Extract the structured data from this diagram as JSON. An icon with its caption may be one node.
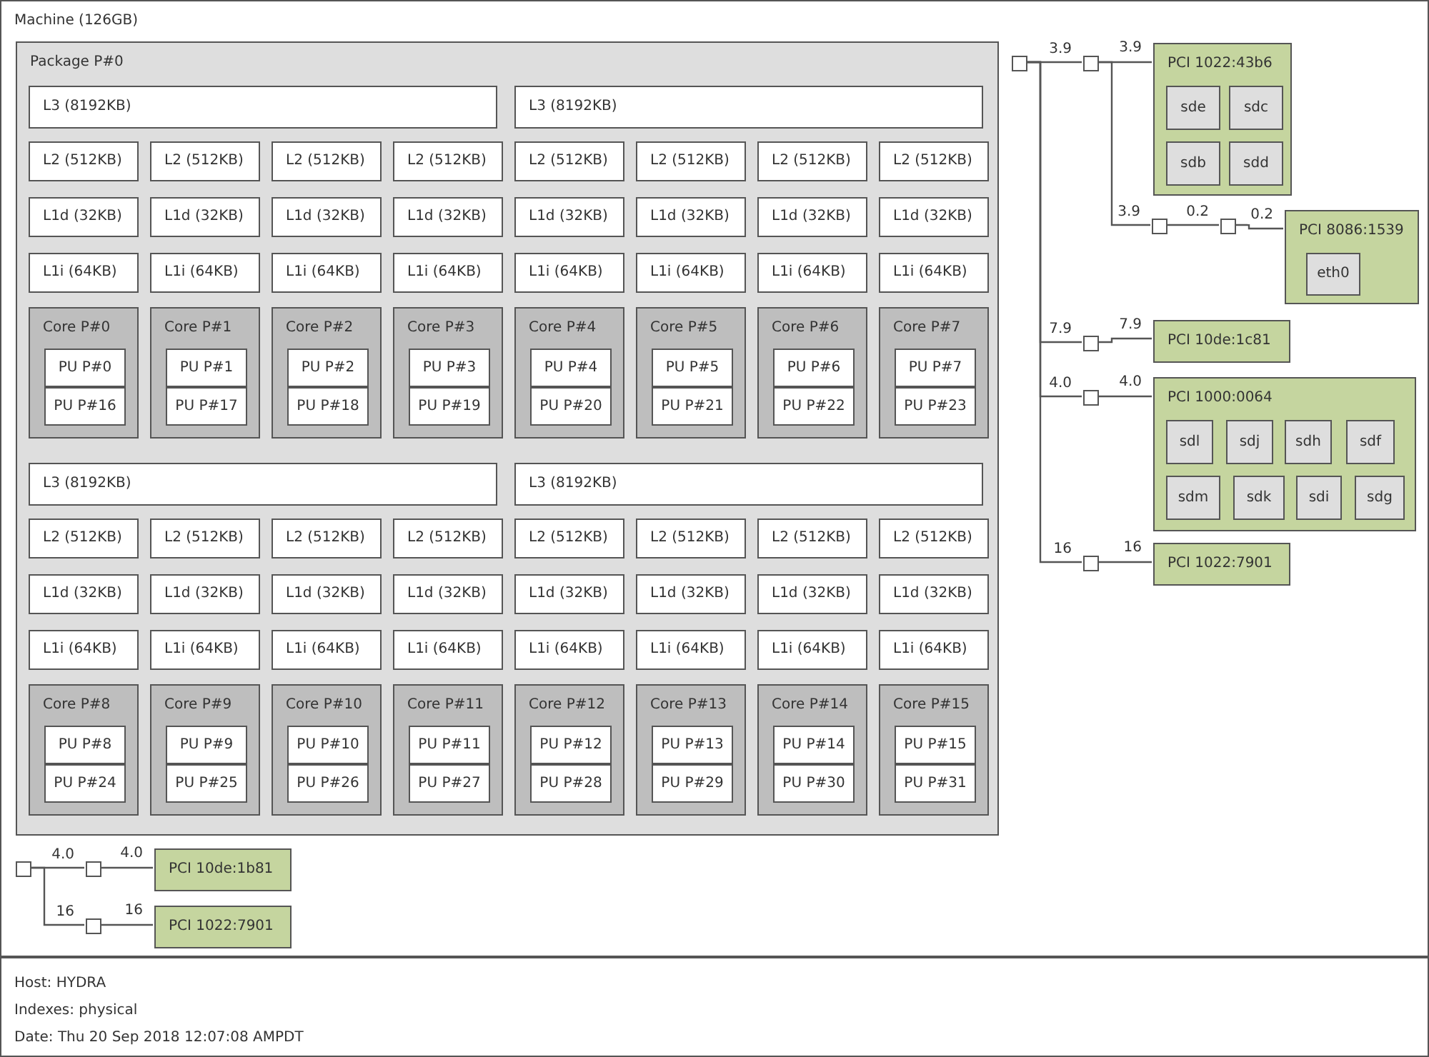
{
  "diagram": {
    "nodes": [
      {
        "text": [
          "Machine (126GB)"
        ]
      },
      {
        "text": [
          "Package P#0"
        ],
        "in": 0
      },
      {
        "text": [
          "L3 (8192KB)"
        ],
        "in": 1
      },
      {
        "text": [
          "L3 (8192KB)"
        ],
        "in": 1
      },
      {
        "text": [
          "L2 (512KB)"
        ],
        "in": 1
      },
      {
        "text": [
          "L2 (512KB)"
        ],
        "in": 1
      },
      {
        "text": [
          "L2 (512KB)"
        ],
        "in": 1
      },
      {
        "text": [
          "L2 (512KB)"
        ],
        "in": 1
      },
      {
        "text": [
          "L2 (512KB)"
        ],
        "in": 1
      },
      {
        "text": [
          "L2 (512KB)"
        ],
        "in": 1
      },
      {
        "text": [
          "L2 (512KB)"
        ],
        "in": 1
      },
      {
        "text": [
          "L2 (512KB)"
        ],
        "in": 1
      },
      {
        "text": [
          "L1d (32KB)"
        ],
        "in": 1
      },
      {
        "text": [
          "L1d (32KB)"
        ],
        "in": 1
      },
      {
        "text": [
          "L1d (32KB)"
        ],
        "in": 1
      },
      {
        "text": [
          "L1d (32KB)"
        ],
        "in": 1
      },
      {
        "text": [
          "L1d (32KB)"
        ],
        "in": 1
      },
      {
        "text": [
          "L1d (32KB)"
        ],
        "in": 1
      },
      {
        "text": [
          "L1d (32KB)"
        ],
        "in": 1
      },
      {
        "text": [
          "L1d (32KB)"
        ],
        "in": 1
      },
      {
        "text": [
          "L1i (64KB)"
        ],
        "in": 1
      },
      {
        "text": [
          "L1i (64KB)"
        ],
        "in": 1
      },
      {
        "text": [
          "L1i (64KB)"
        ],
        "in": 1
      },
      {
        "text": [
          "L1i (64KB)"
        ],
        "in": 1
      },
      {
        "text": [
          "L1i (64KB)"
        ],
        "in": 1
      },
      {
        "text": [
          "L1i (64KB)"
        ],
        "in": 1
      },
      {
        "text": [
          "L1i (64KB)"
        ],
        "in": 1
      },
      {
        "text": [
          "L1i (64KB)"
        ],
        "in": 1
      },
      {
        "text": [
          "Core P#0"
        ],
        "in": 1
      },
      {
        "text": [
          "PU P#0"
        ],
        "in": 28
      },
      {
        "text": [
          "PU P#16"
        ],
        "in": 28
      },
      {
        "text": [
          "Core P#1"
        ],
        "in": 1
      },
      {
        "text": [
          "PU P#1"
        ],
        "in": 31
      },
      {
        "text": [
          "PU P#17"
        ],
        "in": 31
      },
      {
        "text": [
          "Core P#2"
        ],
        "in": 1
      },
      {
        "text": [
          "PU P#2"
        ],
        "in": 34
      },
      {
        "text": [
          "PU P#18"
        ],
        "in": 34
      },
      {
        "text": [
          "Core P#3"
        ],
        "in": 1
      },
      {
        "text": [
          "PU P#3"
        ],
        "in": 37
      },
      {
        "text": [
          "PU P#19"
        ],
        "in": 37
      },
      {
        "text": [
          "Core P#4"
        ],
        "in": 1
      },
      {
        "text": [
          "PU P#4"
        ],
        "in": 40
      },
      {
        "text": [
          "PU P#20"
        ],
        "in": 40
      },
      {
        "text": [
          "Core P#5"
        ],
        "in": 1
      },
      {
        "text": [
          "PU P#5"
        ],
        "in": 43
      },
      {
        "text": [
          "PU P#21"
        ],
        "in": 43
      },
      {
        "text": [
          "Core P#6"
        ],
        "in": 1
      },
      {
        "text": [
          "PU P#6"
        ],
        "in": 46
      },
      {
        "text": [
          "PU P#22"
        ],
        "in": 46
      },
      {
        "text": [
          "Core P#7"
        ],
        "in": 1
      },
      {
        "text": [
          "PU P#7"
        ],
        "in": 49
      },
      {
        "text": [
          "PU P#23"
        ],
        "in": 49
      },
      {
        "text": [
          "L3 (8192KB)"
        ],
        "in": 1
      },
      {
        "text": [
          "L3 (8192KB)"
        ],
        "in": 1
      },
      {
        "text": [
          "L2 (512KB)"
        ],
        "in": 1
      },
      {
        "text": [
          "L2 (512KB)"
        ],
        "in": 1
      },
      {
        "text": [
          "L2 (512KB)"
        ],
        "in": 1
      },
      {
        "text": [
          "L2 (512KB)"
        ],
        "in": 1
      },
      {
        "text": [
          "L2 (512KB)"
        ],
        "in": 1
      },
      {
        "text": [
          "L2 (512KB)"
        ],
        "in": 1
      },
      {
        "text": [
          "L2 (512KB)"
        ],
        "in": 1
      },
      {
        "text": [
          "L2 (512KB)"
        ],
        "in": 1
      },
      {
        "text": [
          "L1d (32KB)"
        ],
        "in": 1
      },
      {
        "text": [
          "L1d (32KB)"
        ],
        "in": 1
      },
      {
        "text": [
          "L1d (32KB)"
        ],
        "in": 1
      },
      {
        "text": [
          "L1d (32KB)"
        ],
        "in": 1
      },
      {
        "text": [
          "L1d (32KB)"
        ],
        "in": 1
      },
      {
        "text": [
          "L1d (32KB)"
        ],
        "in": 1
      },
      {
        "text": [
          "L1d (32KB)"
        ],
        "in": 1
      },
      {
        "text": [
          "L1d (32KB)"
        ],
        "in": 1
      },
      {
        "text": [
          "L1i (64KB)"
        ],
        "in": 1
      },
      {
        "text": [
          "L1i (64KB)"
        ],
        "in": 1
      },
      {
        "text": [
          "L1i (64KB)"
        ],
        "in": 1
      },
      {
        "text": [
          "L1i (64KB)"
        ],
        "in": 1
      },
      {
        "text": [
          "L1i (64KB)"
        ],
        "in": 1
      },
      {
        "text": [
          "L1i (64KB)"
        ],
        "in": 1
      },
      {
        "text": [
          "L1i (64KB)"
        ],
        "in": 1
      },
      {
        "text": [
          "L1i (64KB)"
        ],
        "in": 1
      },
      {
        "text": [
          "Core P#8"
        ],
        "in": 1
      },
      {
        "text": [
          "PU P#8"
        ],
        "in": 78
      },
      {
        "text": [
          "PU P#24"
        ],
        "in": 78
      },
      {
        "text": [
          "Core P#9"
        ],
        "in": 1
      },
      {
        "text": [
          "PU P#9"
        ],
        "in": 81
      },
      {
        "text": [
          "PU P#25"
        ],
        "in": 81
      },
      {
        "text": [
          "Core P#10"
        ],
        "in": 1
      },
      {
        "text": [
          "PU P#10"
        ],
        "in": 84
      },
      {
        "text": [
          "PU P#26"
        ],
        "in": 84
      },
      {
        "text": [
          "Core P#11"
        ],
        "in": 1
      },
      {
        "text": [
          "PU P#11"
        ],
        "in": 87
      },
      {
        "text": [
          "PU P#27"
        ],
        "in": 87
      },
      {
        "text": [
          "Core P#12"
        ],
        "in": 1
      },
      {
        "text": [
          "PU P#12"
        ],
        "in": 90
      },
      {
        "text": [
          "PU P#28"
        ],
        "in": 90
      },
      {
        "text": [
          "Core P#13"
        ],
        "in": 1
      },
      {
        "text": [
          "PU P#13"
        ],
        "in": 93
      },
      {
        "text": [
          "PU P#29"
        ],
        "in": 93
      },
      {
        "text": [
          "Core P#14"
        ],
        "in": 1
      },
      {
        "text": [
          "PU P#14"
        ],
        "in": 96
      },
      {
        "text": [
          "PU P#30"
        ],
        "in": 96
      },
      {
        "text": [
          "Core P#15"
        ],
        "in": 1
      },
      {
        "text": [
          "PU P#15"
        ],
        "in": 99
      },
      {
        "text": [
          "PU P#31"
        ],
        "in": 99
      },
      {
        "text": [],
        "shape": "box",
        "in": 0
      },
      {
        "text": [],
        "shape": "box",
        "in": 0
      },
      {
        "text": [
          "PCI 1022:43b6"
        ],
        "in": 0
      },
      {
        "text": [
          "sde"
        ],
        "in": 104
      },
      {
        "text": [
          "sdc"
        ],
        "in": 104
      },
      {
        "text": [
          "sdb"
        ],
        "in": 104
      },
      {
        "text": [
          "sdd"
        ],
        "in": 104
      },
      {
        "text": [],
        "shape": "box",
        "in": 0
      },
      {
        "text": [],
        "shape": "box",
        "in": 0
      },
      {
        "text": [
          "PCI 8086:1539"
        ],
        "in": 0
      },
      {
        "text": [
          "eth0"
        ],
        "in": 111
      },
      {
        "text": [],
        "shape": "box",
        "in": 0
      },
      {
        "text": [
          "PCI 10de:1c81"
        ],
        "in": 0
      },
      {
        "text": [],
        "shape": "box",
        "in": 0
      },
      {
        "text": [
          "PCI 1000:0064"
        ],
        "in": 0
      },
      {
        "text": [
          "sdl"
        ],
        "in": 116
      },
      {
        "text": [
          "sdj"
        ],
        "in": 116
      },
      {
        "text": [
          "sdh"
        ],
        "in": 116
      },
      {
        "text": [
          "sdf"
        ],
        "in": 116
      },
      {
        "text": [
          "sdm"
        ],
        "in": 116
      },
      {
        "text": [
          "sdk"
        ],
        "in": 116
      },
      {
        "text": [
          "sdi"
        ],
        "in": 116
      },
      {
        "text": [
          "sdg"
        ],
        "in": 116
      },
      {
        "text": [],
        "shape": "box",
        "in": 0
      },
      {
        "text": [
          "PCI 1022:7901"
        ],
        "in": 0
      },
      {
        "text": [],
        "shape": "box",
        "in": 0
      },
      {
        "text": [],
        "shape": "box",
        "in": 0
      },
      {
        "text": [
          "PCI 10de:1b81"
        ],
        "in": 0
      },
      {
        "text": [],
        "shape": "box",
        "in": 0
      },
      {
        "text": [
          "PCI 1022:7901"
        ],
        "in": 0
      }
    ],
    "edges": [
      {
        "from": 102,
        "to": 103,
        "arrow": "none",
        "label": "3.9"
      },
      {
        "from": 103,
        "to": 104,
        "arrow": "none",
        "label": "3.9"
      },
      {
        "from": 103,
        "to": 109,
        "arrow": "none",
        "label": "3.9"
      },
      {
        "from": 109,
        "to": 110,
        "arrow": "none",
        "label": "0.2"
      },
      {
        "from": 110,
        "to": 111,
        "arrow": "none",
        "label": "0.2"
      },
      {
        "from": 102,
        "to": 113,
        "arrow": "none",
        "label": "7.9"
      },
      {
        "from": 113,
        "to": 114,
        "arrow": "none",
        "label": "7.9"
      },
      {
        "from": 102,
        "to": 115,
        "arrow": "none",
        "label": "4.0"
      },
      {
        "from": 115,
        "to": 116,
        "arrow": "none",
        "label": "4.0"
      },
      {
        "from": 102,
        "to": 125,
        "arrow": "none",
        "label": "16"
      },
      {
        "from": 125,
        "to": 126,
        "arrow": "none",
        "label": "16"
      },
      {
        "from": 127,
        "to": 128,
        "arrow": "none",
        "label": "4.0"
      },
      {
        "from": 128,
        "to": 129,
        "arrow": "none",
        "label": "4.0"
      },
      {
        "from": 127,
        "to": 130,
        "arrow": "none",
        "label": "16"
      },
      {
        "from": 130,
        "to": 131,
        "arrow": "none",
        "label": "16"
      }
    ],
    "labels": [
      "Host: HYDRA",
      "Indexes: physical",
      "Date: Thu 20 Sep 2018 12:07:08 AMPDT"
    ]
  }
}
